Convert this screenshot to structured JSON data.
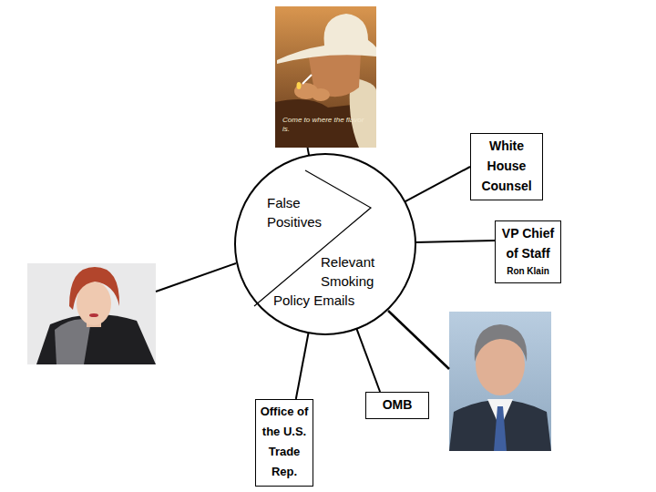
{
  "diagram": {
    "nodes": [
      {
        "text": [
          "Come to where the flavor is."
        ]
      },
      {
        "text": [
          "False Positives",
          "Relevant Smoking Policy Emails"
        ]
      },
      {
        "text": [
          "White House Counsel"
        ]
      },
      {
        "text": [
          "VP Chief of Staff",
          "Ron Klain"
        ]
      },
      {
        "text": [
          "Office of the U.S. Trade Rep."
        ]
      },
      {
        "text": [
          "OMB"
        ]
      }
    ],
    "edges": [
      {
        "from": 1,
        "to": 0,
        "arrow": "none"
      },
      {
        "from": 1,
        "to": 2,
        "arrow": "none"
      },
      {
        "from": 1,
        "to": 3,
        "arrow": "none"
      },
      {
        "from": 1,
        "to": 4,
        "arrow": "none"
      },
      {
        "from": 1,
        "to": 5,
        "arrow": "none"
      }
    ]
  }
}
